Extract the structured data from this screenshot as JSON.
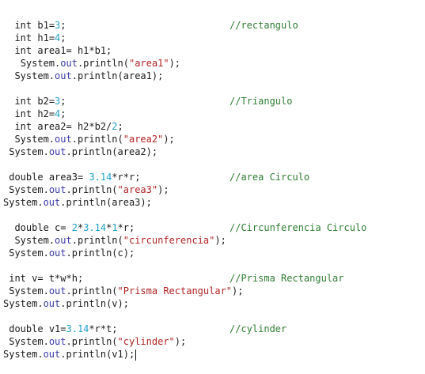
{
  "lines": [
    {
      "indent": "  ",
      "parts": [
        [
          "int",
          "kw"
        ],
        [
          " b1=",
          ""
        ],
        [
          "3",
          "num"
        ],
        [
          ";",
          ""
        ]
      ],
      "comment": "//rectangulo"
    },
    {
      "indent": "  ",
      "parts": [
        [
          "int",
          "kw"
        ],
        [
          " h1=",
          ""
        ],
        [
          "4",
          "num"
        ],
        [
          ";",
          ""
        ]
      ],
      "comment": ""
    },
    {
      "indent": "  ",
      "parts": [
        [
          "int",
          "kw"
        ],
        [
          " area1= h1*b1;",
          ""
        ]
      ],
      "comment": ""
    },
    {
      "indent": "   ",
      "parts": [
        [
          "System.",
          ""
        ],
        [
          "out",
          "fld"
        ],
        [
          ".println(",
          ""
        ],
        [
          "\"area1\"",
          "str"
        ],
        [
          ");",
          ""
        ]
      ],
      "comment": ""
    },
    {
      "indent": "  ",
      "parts": [
        [
          "System.",
          ""
        ],
        [
          "out",
          "fld"
        ],
        [
          ".println(area1);",
          ""
        ]
      ],
      "comment": ""
    },
    {
      "indent": "",
      "parts": [],
      "comment": ""
    },
    {
      "indent": "  ",
      "parts": [
        [
          "int",
          "kw"
        ],
        [
          " b2=",
          ""
        ],
        [
          "3",
          "num"
        ],
        [
          ";",
          ""
        ]
      ],
      "comment": "//Triangulo"
    },
    {
      "indent": "  ",
      "parts": [
        [
          "int",
          "kw"
        ],
        [
          " h2=",
          ""
        ],
        [
          "4",
          "num"
        ],
        [
          ";",
          ""
        ]
      ],
      "comment": ""
    },
    {
      "indent": "  ",
      "parts": [
        [
          "int",
          "kw"
        ],
        [
          " area2= h2*b2/",
          ""
        ],
        [
          "2",
          "num"
        ],
        [
          ";",
          ""
        ]
      ],
      "comment": ""
    },
    {
      "indent": "  ",
      "parts": [
        [
          "System.",
          ""
        ],
        [
          "out",
          "fld"
        ],
        [
          ".println(",
          ""
        ],
        [
          "\"area2\"",
          "str"
        ],
        [
          ");",
          ""
        ]
      ],
      "comment": ""
    },
    {
      "indent": " ",
      "parts": [
        [
          "System.",
          ""
        ],
        [
          "out",
          "fld"
        ],
        [
          ".println(area2);",
          ""
        ]
      ],
      "comment": ""
    },
    {
      "indent": "",
      "parts": [],
      "comment": ""
    },
    {
      "indent": " ",
      "parts": [
        [
          "double",
          "kw"
        ],
        [
          " area3= ",
          ""
        ],
        [
          "3.14",
          "num"
        ],
        [
          "*r*r;",
          ""
        ]
      ],
      "comment": "//area Circulo"
    },
    {
      "indent": " ",
      "parts": [
        [
          "System.",
          ""
        ],
        [
          "out",
          "fld"
        ],
        [
          ".println(",
          ""
        ],
        [
          "\"area3\"",
          "str"
        ],
        [
          ");",
          ""
        ]
      ],
      "comment": ""
    },
    {
      "indent": "",
      "parts": [
        [
          "System.",
          ""
        ],
        [
          "out",
          "fld"
        ],
        [
          ".println(area3);",
          ""
        ]
      ],
      "comment": ""
    },
    {
      "indent": "",
      "parts": [],
      "comment": ""
    },
    {
      "indent": "  ",
      "parts": [
        [
          "double",
          "kw"
        ],
        [
          " c= ",
          ""
        ],
        [
          "2",
          "num"
        ],
        [
          "*",
          ""
        ],
        [
          "3.14",
          "num"
        ],
        [
          "*",
          ""
        ],
        [
          "1",
          "num"
        ],
        [
          "*r;",
          ""
        ]
      ],
      "comment": "//Circunferencia Circulo"
    },
    {
      "indent": "  ",
      "parts": [
        [
          "System.",
          ""
        ],
        [
          "out",
          "fld"
        ],
        [
          ".println(",
          ""
        ],
        [
          "\"circunferencia\"",
          "str"
        ],
        [
          ");",
          ""
        ]
      ],
      "comment": ""
    },
    {
      "indent": " ",
      "parts": [
        [
          "System.",
          ""
        ],
        [
          "out",
          "fld"
        ],
        [
          ".println(c);",
          ""
        ]
      ],
      "comment": ""
    },
    {
      "indent": "",
      "parts": [],
      "comment": ""
    },
    {
      "indent": " ",
      "parts": [
        [
          "int",
          "kw"
        ],
        [
          " v= t*w*h;",
          ""
        ]
      ],
      "comment": "//Prisma Rectangular"
    },
    {
      "indent": " ",
      "parts": [
        [
          "System.",
          ""
        ],
        [
          "out",
          "fld"
        ],
        [
          ".println(",
          ""
        ],
        [
          "\"Prisma Rectangular\"",
          "str"
        ],
        [
          ");",
          ""
        ]
      ],
      "comment": ""
    },
    {
      "indent": "",
      "parts": [
        [
          "System.",
          ""
        ],
        [
          "out",
          "fld"
        ],
        [
          ".println(v);",
          ""
        ]
      ],
      "comment": ""
    },
    {
      "indent": "",
      "parts": [],
      "comment": ""
    },
    {
      "indent": " ",
      "parts": [
        [
          "double",
          "kw"
        ],
        [
          " v1=",
          ""
        ],
        [
          "3.14",
          "num"
        ],
        [
          "*r*t;",
          ""
        ]
      ],
      "comment": "//cylinder"
    },
    {
      "indent": " ",
      "parts": [
        [
          "System.",
          ""
        ],
        [
          "out",
          "fld"
        ],
        [
          ".println(",
          ""
        ],
        [
          "\"cylinder\"",
          "str"
        ],
        [
          ");",
          ""
        ]
      ],
      "comment": ""
    },
    {
      "indent": "",
      "parts": [
        [
          "System.",
          ""
        ],
        [
          "out",
          "fld"
        ],
        [
          ".println(v1);",
          ""
        ]
      ],
      "comment": "",
      "caret": true
    }
  ],
  "colors": {
    "background": "#ffffff",
    "text": "#1a1a1a",
    "number": "#1ea0c8",
    "string": "#b22222",
    "field": "#3a3aa8",
    "comment": "#2e7d32"
  }
}
